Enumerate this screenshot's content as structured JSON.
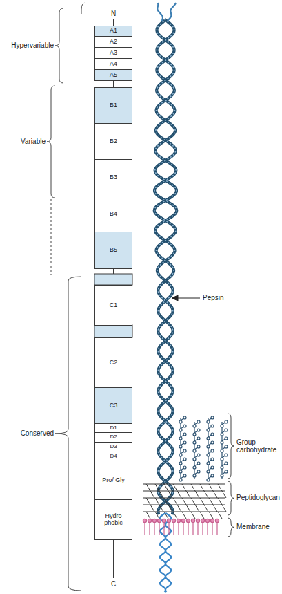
{
  "diagram": {
    "nodes": [
      {
        "text": [
          "A1"
        ]
      },
      {
        "text": [
          "A2"
        ]
      },
      {
        "text": [
          "A3"
        ]
      },
      {
        "text": [
          "A4"
        ]
      },
      {
        "text": [
          "A5"
        ]
      },
      {
        "text": [
          "B1"
        ]
      },
      {
        "text": [
          "B2"
        ]
      },
      {
        "text": [
          "B3"
        ]
      },
      {
        "text": [
          "B4"
        ]
      },
      {
        "text": [
          "B5"
        ]
      },
      {
        "text": [
          "C1"
        ]
      },
      {
        "text": [
          "C2"
        ]
      },
      {
        "text": [
          "C3"
        ]
      },
      {
        "text": [
          "D1"
        ]
      },
      {
        "text": [
          "D2"
        ]
      },
      {
        "text": [
          "D3"
        ]
      },
      {
        "text": [
          "D4"
        ]
      },
      {
        "text": [
          "Pro/ Gly"
        ]
      },
      {
        "text": [
          "Hydro phobic"
        ]
      }
    ],
    "labels": [
      "N",
      "C",
      "Hypervariable",
      "Variable",
      "Conserved",
      "Pepsin",
      "Group carbohydrate",
      "Peptidoglycan",
      "Membrane"
    ]
  }
}
